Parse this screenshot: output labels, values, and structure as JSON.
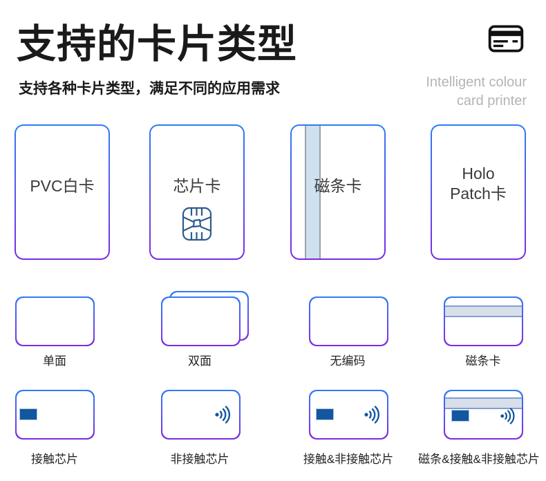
{
  "header": {
    "title": "支持的卡片类型",
    "subtitle": "支持各种卡片类型，满足不同的应用需求",
    "brand": {
      "line1": "Intelligent colour",
      "line2": "card printer"
    },
    "icon": "credit-card-icon"
  },
  "colors": {
    "card_border_top": "#2F7BF5",
    "card_border_bottom": "#7B2AE2",
    "chip_blue": "#12579F",
    "chip_outline_blue": "#2D5B8E",
    "stripe_fill": "#D9DFE8",
    "stripe_edge": "#7F9FD1",
    "vertical_stripe_fill": "#CFE0EE",
    "vertical_stripe_edge": "#99A1AB",
    "text_dark": "#1A1A1A",
    "text_gray": "#B4B4B4"
  },
  "row1": {
    "cards": [
      {
        "label": "PVC白卡",
        "icon": ""
      },
      {
        "label": "芯片卡",
        "icon": "chip-contact-icon"
      },
      {
        "label": "磁条卡",
        "icon": "vertical-magnetic-stripe"
      },
      {
        "label": "Holo Patch卡",
        "icon": ""
      }
    ]
  },
  "row2": {
    "items": [
      {
        "label": "单面",
        "visual": "single-card"
      },
      {
        "label": "双面",
        "visual": "stacked-cards"
      },
      {
        "label": "无编码",
        "visual": "blank-card"
      },
      {
        "label": "磁条卡",
        "visual": "magnetic-stripe-card"
      }
    ]
  },
  "row3": {
    "items": [
      {
        "label": "接触芯片",
        "visual": "contact-chip-card"
      },
      {
        "label": "非接触芯片",
        "visual": "contactless-card"
      },
      {
        "label": "接触&非接触芯片",
        "visual": "contact-and-contactless-card"
      },
      {
        "label": "磁条&接触&非接触芯片",
        "visual": "stripe-contact-contactless-card"
      }
    ]
  }
}
